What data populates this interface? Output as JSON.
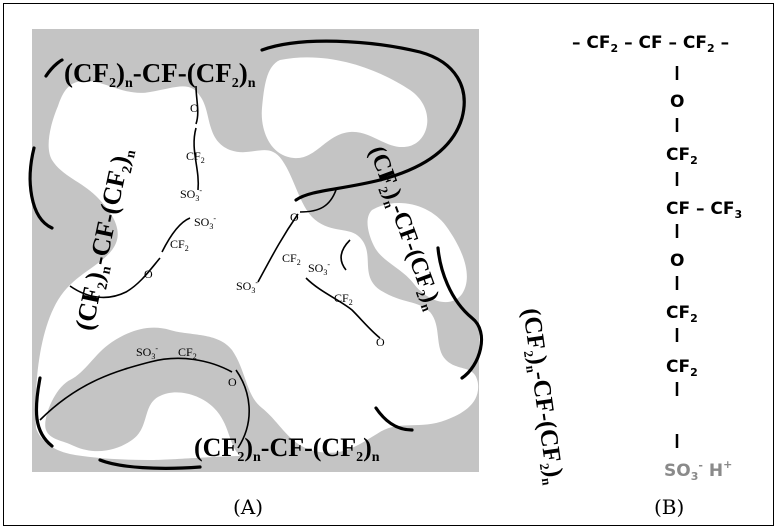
{
  "panel_a": {
    "label": "(A)",
    "backbone_segments": [
      {
        "text": "-(CF",
        "sub1": "2",
        "mid1": ")",
        "subn1": "n",
        "mid2": "-CF-(CF",
        "sub2": "2",
        "mid3": ")",
        "subn2": "n"
      }
    ],
    "side_chain_labels": {
      "oxygen": "O",
      "cf2": "CF",
      "cf2_sub": "2",
      "so3": "SO",
      "so3_sub": "3",
      "so3_sup": "-"
    }
  },
  "panel_b": {
    "label": "(B)",
    "backbone": "– CF",
    "backbone_sub": "2",
    "backbone_mid": " – CF – CF",
    "backbone_end": " –",
    "chain": [
      {
        "text": "O"
      },
      {
        "text": "CF",
        "sub": "2"
      },
      {
        "text": "CF – CF",
        "sub": "3"
      },
      {
        "text": "O"
      },
      {
        "text": "CF",
        "sub": "2"
      },
      {
        "text": "CF",
        "sub": "2"
      }
    ],
    "terminal": "SO",
    "terminal_sub": "3",
    "terminal_sup": "-",
    "terminal_end": " H",
    "terminal_plus": "+"
  }
}
